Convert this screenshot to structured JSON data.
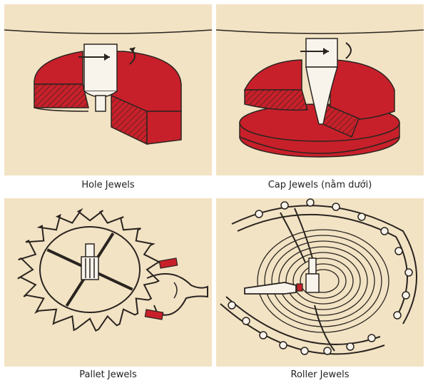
{
  "colors": {
    "background": "#ffffff",
    "panel": "#f2e3c4",
    "jewel_red": "#c8202a",
    "ink": "#2a2420",
    "steel": "#f8f4ec",
    "label_text": "#222222"
  },
  "panels": [
    {
      "label": "Hole Jewels"
    },
    {
      "label": "Cap Jewels (nằm dưới)"
    },
    {
      "label": "Pallet Jewels"
    },
    {
      "label": "Roller Jewels"
    }
  ]
}
